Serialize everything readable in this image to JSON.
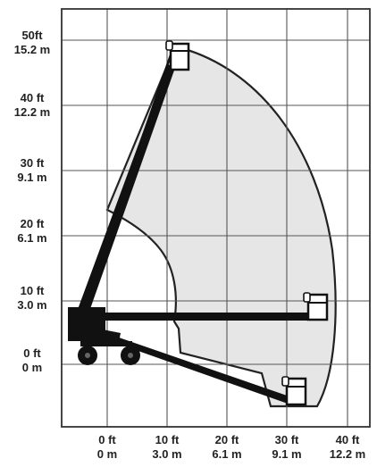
{
  "diagram": {
    "type": "boom-lift-working-envelope",
    "y_axis": {
      "ticks": [
        {
          "ft": "50ft",
          "m": "15.2 m"
        },
        {
          "ft": "40 ft",
          "m": "12.2 m"
        },
        {
          "ft": "30 ft",
          "m": "9.1 m"
        },
        {
          "ft": "20 ft",
          "m": "6.1 m"
        },
        {
          "ft": "10 ft",
          "m": "3.0 m"
        },
        {
          "ft": "0 ft",
          "m": "0 m"
        }
      ]
    },
    "x_axis": {
      "ticks": [
        {
          "ft": "0 ft",
          "m": "0 m"
        },
        {
          "ft": "10 ft",
          "m": "3.0 m"
        },
        {
          "ft": "20 ft",
          "m": "6.1 m"
        },
        {
          "ft": "30 ft",
          "m": "9.1 m"
        },
        {
          "ft": "40 ft",
          "m": "12.2 m"
        }
      ]
    },
    "grid": true,
    "colors": {
      "grid": "#555555",
      "envelope_fill": "#e6e6e6",
      "envelope_stroke": "#222222",
      "boom": "#111111",
      "label": "#222222"
    }
  }
}
